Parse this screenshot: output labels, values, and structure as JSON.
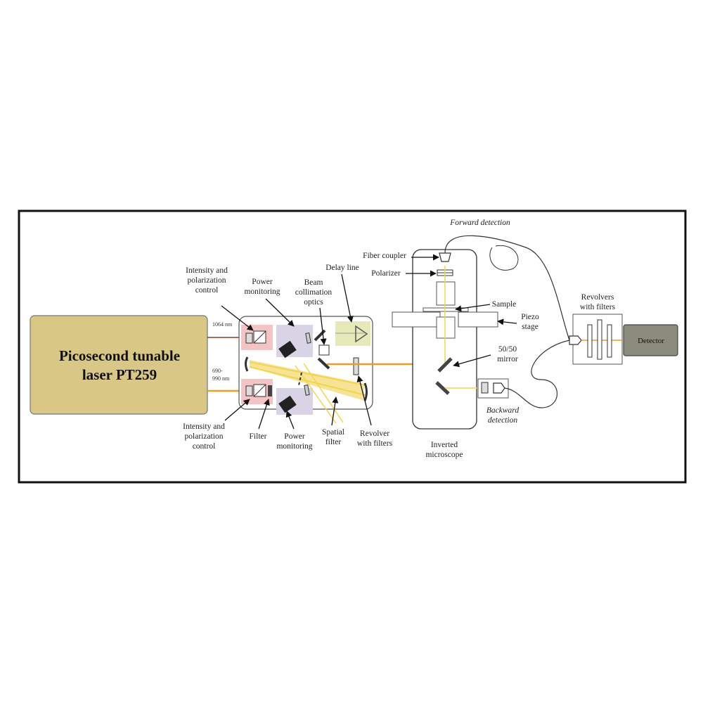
{
  "laser": {
    "line1": "Picosecond tunable",
    "line2": "laser PT259"
  },
  "wavelengths": {
    "top": "1064 nm",
    "bottom_line1": "690-",
    "bottom_line2": "990 nm"
  },
  "labels": {
    "intensity_top_1": "Intensity and",
    "intensity_top_2": "polarization",
    "intensity_top_3": "control",
    "power_top_1": "Power",
    "power_top_2": "monitoring",
    "beam_1": "Beam",
    "beam_2": "collimation",
    "beam_3": "optics",
    "delay": "Delay line",
    "intensity_bot_1": "Intensity and",
    "intensity_bot_2": "polarization",
    "intensity_bot_3": "control",
    "filter": "Filter",
    "power_bot_1": "Power",
    "power_bot_2": "monitoring",
    "spatial_1": "Spatial",
    "spatial_2": "filter",
    "revolver_1": "Revolver",
    "revolver_2": "with filters",
    "forward": "Forward detection",
    "fiber_coupler": "Fiber coupler",
    "polarizer": "Polarizer",
    "sample": "Sample",
    "piezo_1": "Piezo",
    "piezo_2": "stage",
    "mirror_1": "50/50",
    "mirror_2": "mirror",
    "backward_1": "Backward",
    "backward_2": "detection",
    "microscope_1": "Inverted",
    "microscope_2": "microscope",
    "revolvers_1": "Revolvers",
    "revolvers_2": "with filters",
    "detector": "Detector"
  },
  "colors": {
    "laser_fill": "#d9c785",
    "beam_orange": "#e8a020",
    "beam_yellow": "#f2d64a",
    "beam_red": "#8b3a2a",
    "pink_box": "#f4c4c4",
    "lavender_box": "#d8d4e6",
    "green_box": "#e6eab8",
    "detector_fill": "#8c8c7c"
  }
}
